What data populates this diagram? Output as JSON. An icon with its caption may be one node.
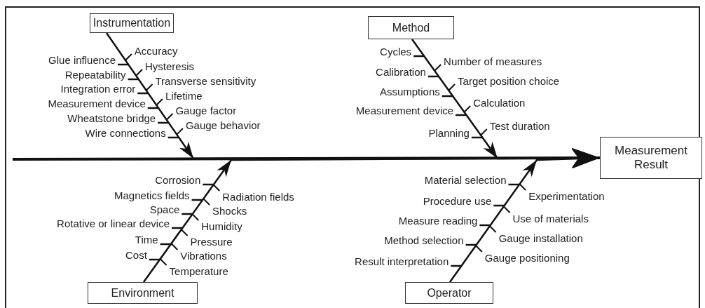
{
  "diagram": {
    "nodes": [
      {
        "text": [
          "Instrumentation"
        ]
      },
      {
        "text": [
          "Method"
        ]
      },
      {
        "text": [
          "Measurement Result"
        ]
      },
      {
        "text": [
          "Environment"
        ]
      },
      {
        "text": [
          "Operator"
        ]
      }
    ],
    "edges": [
      {
        "from": 0,
        "to": 2,
        "arrow": "to"
      },
      {
        "from": 1,
        "to": 2,
        "arrow": "to"
      },
      {
        "from": 3,
        "to": 2,
        "arrow": "to"
      },
      {
        "from": 4,
        "to": 2,
        "arrow": "to"
      },
      {
        "from": null,
        "to": 2,
        "arrow": "to"
      }
    ],
    "labels": [
      "Glue influence",
      "Repeatability",
      "Integration error",
      "Measurement device",
      "Wheatstone bridge",
      "Wire connections",
      "Accuracy",
      "Hysteresis",
      "Transverse sensitivity",
      "Lifetime",
      "Gauge factor",
      "Gauge behavior",
      "Cycles",
      "Calibration",
      "Assumptions",
      "Measurement device",
      "Planning",
      "Number of measures",
      "Target position choice",
      "Calculation",
      "Test duration",
      "Corrosion",
      "Magnetics fields",
      "Space",
      "Rotative or linear device",
      "Time",
      "Cost",
      "Radiation fields",
      "Shocks",
      "Humidity",
      "Pressure",
      "Vibrations",
      "Temperature",
      "Material selection",
      "Procedure use",
      "Measure reading",
      "Method selection",
      "Result interpretation",
      "Experimentation",
      "Use of materials",
      "Gauge installation",
      "Gauge positioning"
    ]
  }
}
